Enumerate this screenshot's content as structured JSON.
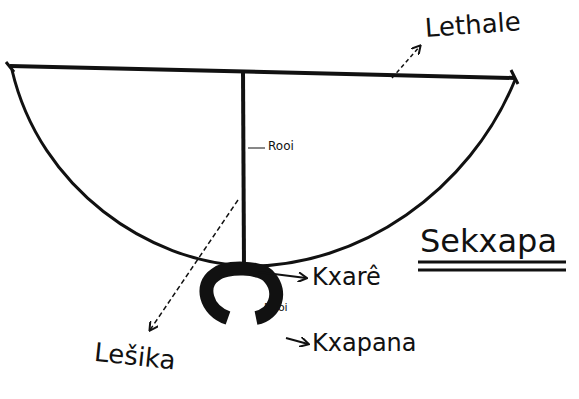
{
  "diagram": {
    "title": "Sekxapa",
    "labels": [
      "Lethale",
      "Rooi",
      "Kxarê",
      "Rooi",
      "Kxapana",
      "Lešika"
    ]
  }
}
